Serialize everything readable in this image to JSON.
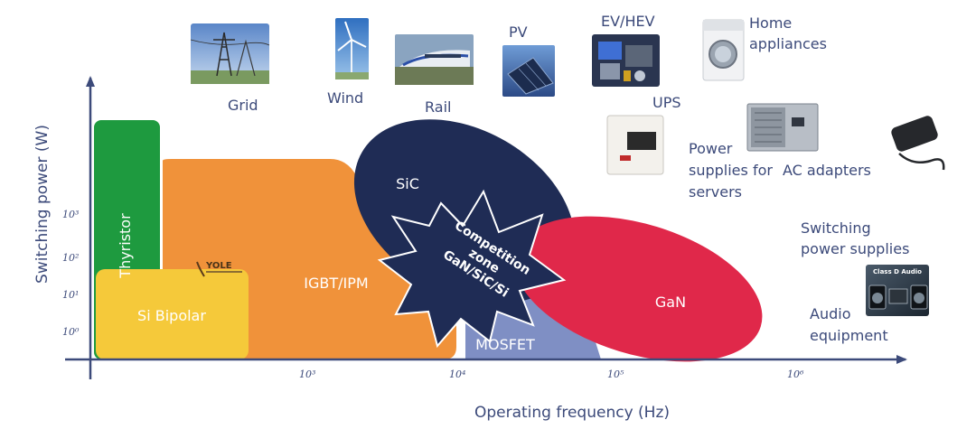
{
  "axes": {
    "y_title": "Switching power (W)",
    "x_title": "Operating frequency (Hz)",
    "y_ticks": [
      "10⁰",
      "10¹",
      "10²",
      "10³"
    ],
    "x_ticks": [
      "10³",
      "10⁴",
      "10⁵",
      "10⁶"
    ]
  },
  "regions": {
    "thyristor": "Thyristor",
    "si_bipolar": "Si Bipolar",
    "igbt": "IGBT/IPM",
    "sic": "SiC",
    "gan": "GaN",
    "mosfet": "MOSFET"
  },
  "competition": {
    "line1": "Competition",
    "line2": "zone",
    "line3": "GaN/SiC/Si"
  },
  "logo": {
    "text": "YOLE"
  },
  "applications": {
    "grid": "Grid",
    "wind": "Wind",
    "rail": "Rail",
    "pv": "PV",
    "ev": "EV/HEV",
    "home_1": "Home",
    "home_2": "appliances",
    "ups": "UPS",
    "psu_1": "Power",
    "psu_2": "supplies for",
    "psu_3": "servers",
    "ac": "AC adapters",
    "sw_1": "Switching",
    "sw_2": "power supplies",
    "audio_1": "Audio",
    "audio_2": "equipment",
    "audio_badge": "Class D Audio"
  },
  "colors": {
    "axis": "#3c4a7a",
    "thyristor": "#1e9a3f",
    "si_bipolar": "#f5c93a",
    "igbt": "#f0923a",
    "sic": "#1f2c55",
    "gan": "#e0284a",
    "mosfet": "#7f8fc4"
  }
}
